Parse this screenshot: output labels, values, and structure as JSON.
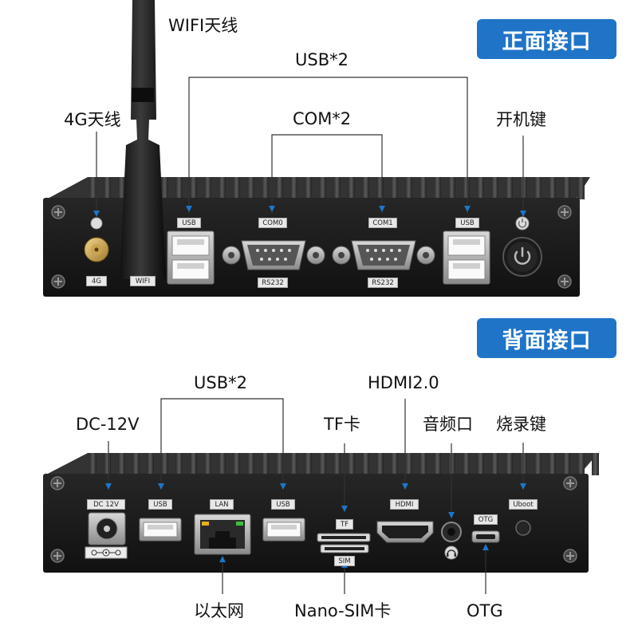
{
  "sections": {
    "front_title": "正面接口",
    "back_title": "背面接口"
  },
  "front": {
    "wifi_antenna": "WIFI天线",
    "usb_x2": "USB*2",
    "com_x2": "COM*2",
    "antenna_4g": "4G天线",
    "power_button": "开机键",
    "port_labels": {
      "usb_left": "USB",
      "com0": "COM0",
      "com1": "COM1",
      "usb_right": "USB",
      "rs232_left": "RS232",
      "rs232_right": "RS232",
      "label_4g": "4G",
      "label_wifi": "WIFI"
    }
  },
  "back": {
    "usb_x2": "USB*2",
    "dc_12v": "DC-12V",
    "tf_card": "TF卡",
    "hdmi": "HDMI2.0",
    "audio": "音频口",
    "burn_key": "烧录键",
    "ethernet": "以太网",
    "nano_sim": "Nano-SIM卡",
    "otg": "OTG",
    "port_labels": {
      "dc": "DC 12V",
      "usb_left": "USB",
      "lan": "LAN",
      "usb_right": "USB",
      "tf": "TF",
      "hdmi": "HDMI",
      "otg": "OTG",
      "uboot": "Uboot",
      "sim": "SIM"
    }
  },
  "colors": {
    "badge": "#1f74c8",
    "pointer": "#1f74c8",
    "chassis": "#1a1a1a"
  }
}
